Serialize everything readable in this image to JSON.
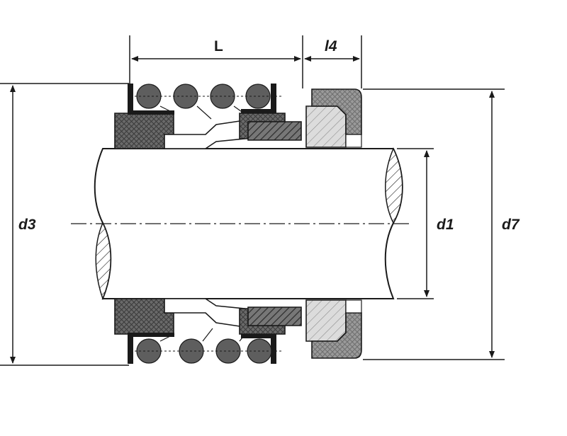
{
  "dimensions": {
    "L": "L",
    "l4": "l4",
    "d3": "d3",
    "d1": "d1",
    "d7": "d7"
  },
  "colors": {
    "line": "#1a1a1a",
    "ink_dark": "#555555",
    "ink_light": "#d8d8d8",
    "spring": "#5e5e5e",
    "shaft": "#ffffff"
  }
}
